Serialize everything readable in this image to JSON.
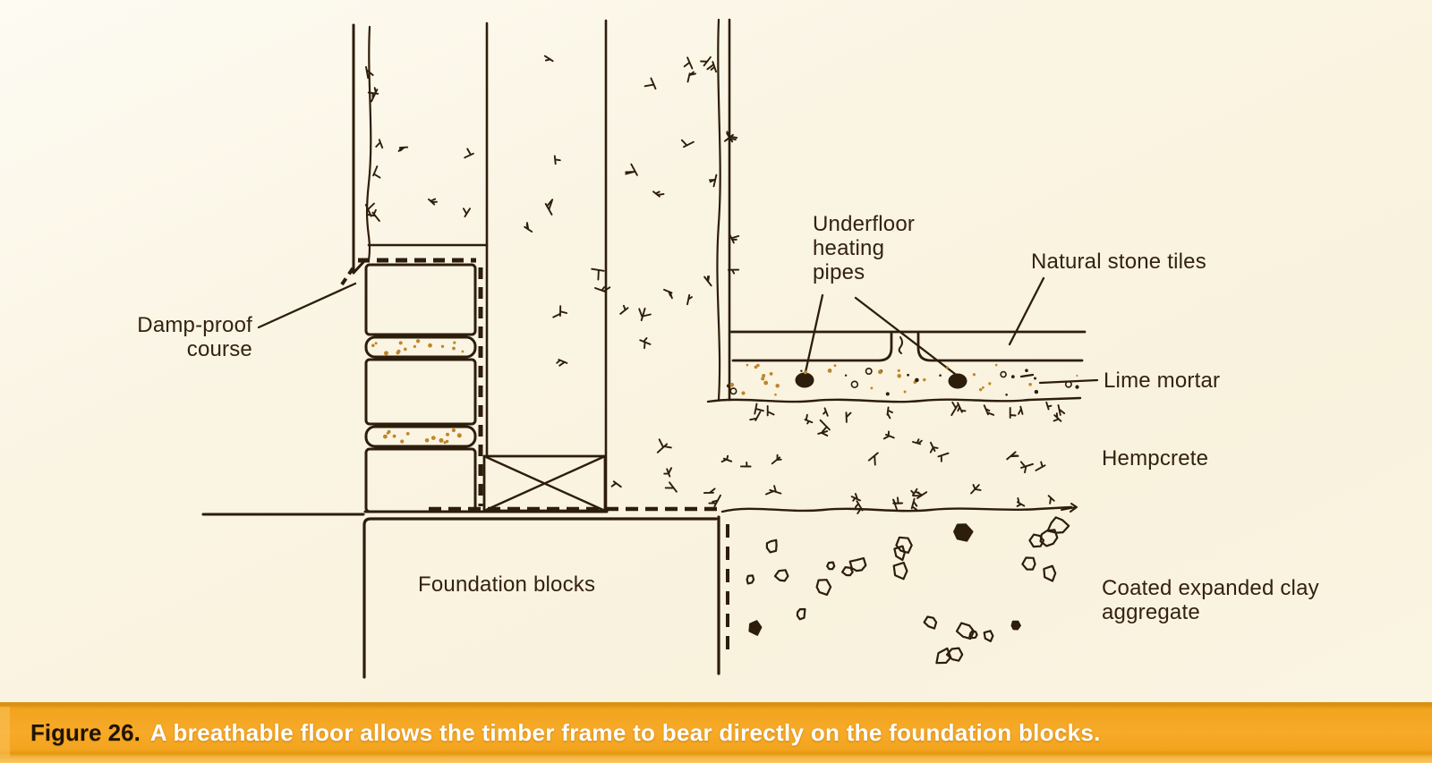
{
  "diagram": {
    "labels": {
      "damp_proof_course": "Damp-proof course",
      "underfloor_heating_pipes": "Underfloor heating pipes",
      "natural_stone_tiles": "Natural stone tiles",
      "lime_mortar": "Lime mortar",
      "hempcrete": "Hempcrete",
      "foundation_blocks": "Foundation blocks",
      "coated_expanded_clay_aggregate": "Coated expanded clay aggregate"
    },
    "ink_color": "#2d1d0b",
    "stipple_color": "#bf862b",
    "paper_color": "#faf4e3"
  },
  "caption": {
    "prefix": "Figure 26.",
    "text": "A breathable floor allows the timber frame to bear directly on the foundation blocks.",
    "bar_color": "#f6a825",
    "prefix_color": "#211303",
    "text_color": "#ffffff"
  }
}
